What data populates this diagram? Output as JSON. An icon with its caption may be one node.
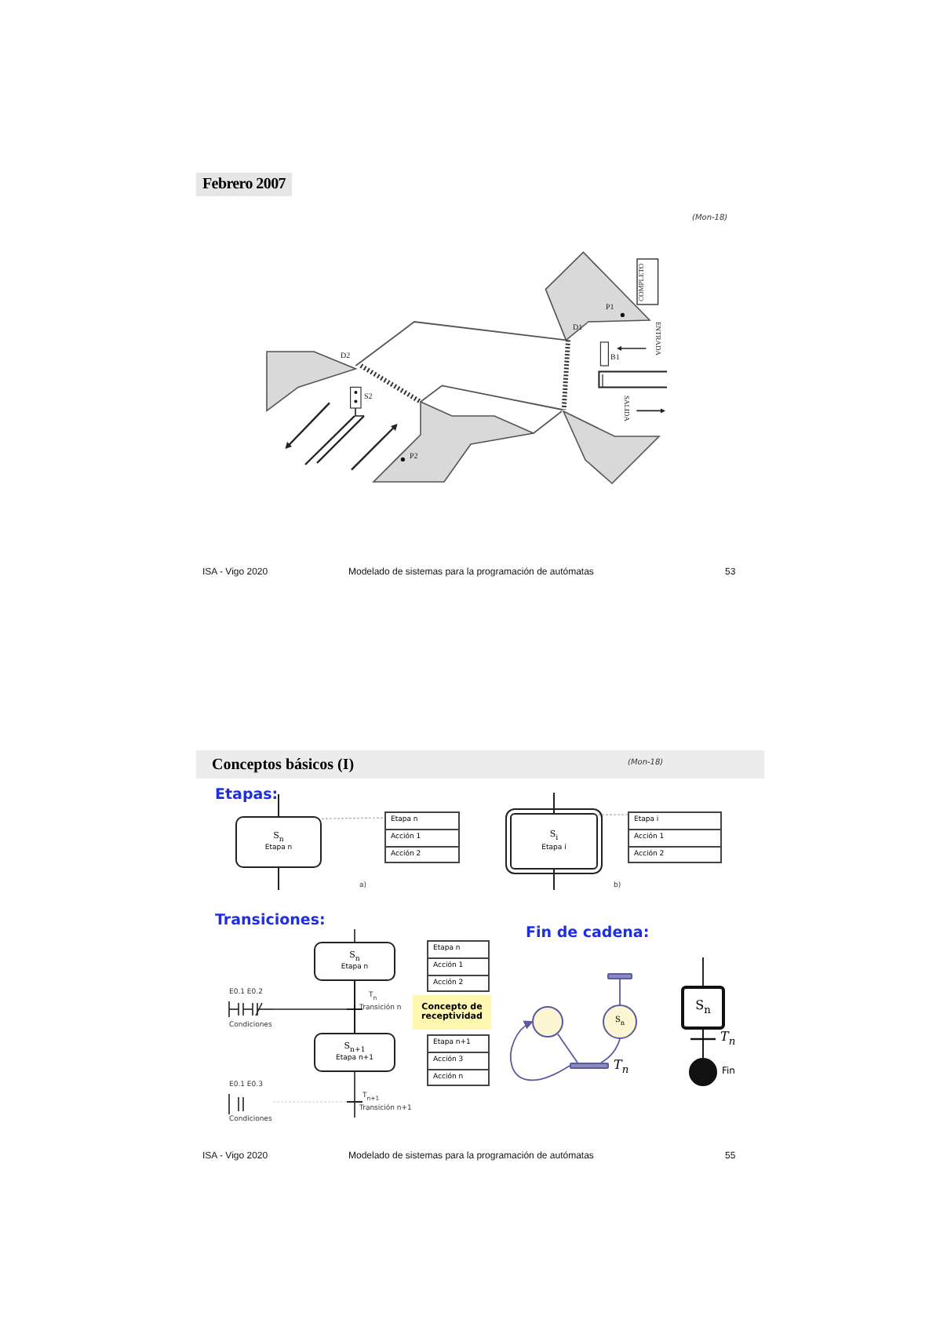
{
  "diagram": {
    "nodes": [
      {
        "text": [
          "S$_{n}$",
          "Etapa n"
        ]
      },
      {
        "text": [
          "Etapa n",
          "Acción 1",
          "Acción 2"
        ]
      },
      {
        "text": [
          "S$_{i}$",
          "Etapa i"
        ]
      },
      {
        "text": [
          "Etapa i",
          "Acción 1",
          "Acción 2"
        ]
      },
      {
        "text": [
          "S$_{n}$",
          "Etapa n"
        ]
      },
      {
        "text": [
          "Etapa n",
          "Acción 1",
          "Acción 2"
        ]
      },
      {
        "text": [
          "Concepto de receptividad"
        ]
      },
      {
        "text": [
          "S$_{n+1}$",
          "Etapa n+1"
        ]
      },
      {
        "text": [
          "Etapa n+1",
          "Acción 3",
          "Acción n"
        ]
      },
      {
        "text": [],
        "shape": "circle"
      },
      {
        "text": [
          "S$_{n}$"
        ]
      },
      {
        "text": [],
        "shape": "bar"
      },
      {
        "text": [],
        "shape": "bar",
        "beside": [
          "T$_{n}$"
        ]
      },
      {
        "text": [
          "S$_{n}$"
        ]
      },
      {
        "text": [],
        "shape": "circle",
        "beside": [
          "Fin"
        ]
      }
    ],
    "edges": [
      {
        "from": 0,
        "to": 1,
        "arrow": "none",
        "style": "dashed",
        "color": "#aaaaaa"
      },
      {
        "from": 2,
        "to": 3,
        "arrow": "none",
        "style": "dashed",
        "color": "#aaaaaa"
      },
      {
        "from": 11,
        "to": 10,
        "arrow": "none"
      },
      {
        "from": 10,
        "to": 12,
        "arrow": "none"
      },
      {
        "from": 12,
        "to": 9,
        "arrow": "to"
      },
      {
        "from": 9,
        "to": 12,
        "arrow": "none"
      },
      {
        "from": 13,
        "to": 14,
        "arrow": "none",
        "color": "#000000"
      },
      {
        "from": 4,
        "to": 7,
        "arrow": "none",
        "color": "#000000"
      }
    ],
    "labels": [
      "Febrero 2007",
      "(Mon-18)",
      "COMPLETO",
      "P1",
      "D1",
      "ENTRADA",
      "D2",
      "B1",
      "S2",
      "SALIDA",
      "P2",
      "ISA - Vigo 2020",
      "Modelado de sistemas para la programación de autómatas",
      "53",
      "Conceptos básicos (I)",
      "(Mon-18)",
      "Etapas:",
      "a)",
      "b)",
      "Transiciones:",
      "Fin de cadena:",
      "E0.1 E0.2",
      "T$_{n}$",
      "Transición n",
      "Condiciones",
      "E0.1 E0.3",
      "T$_{n+1}$",
      "Transición n+1",
      "Condiciones",
      "T$_{n}$",
      "ISA - Vigo 2020",
      "Modelado de sistemas para la programación de autómatas",
      "55"
    ]
  }
}
